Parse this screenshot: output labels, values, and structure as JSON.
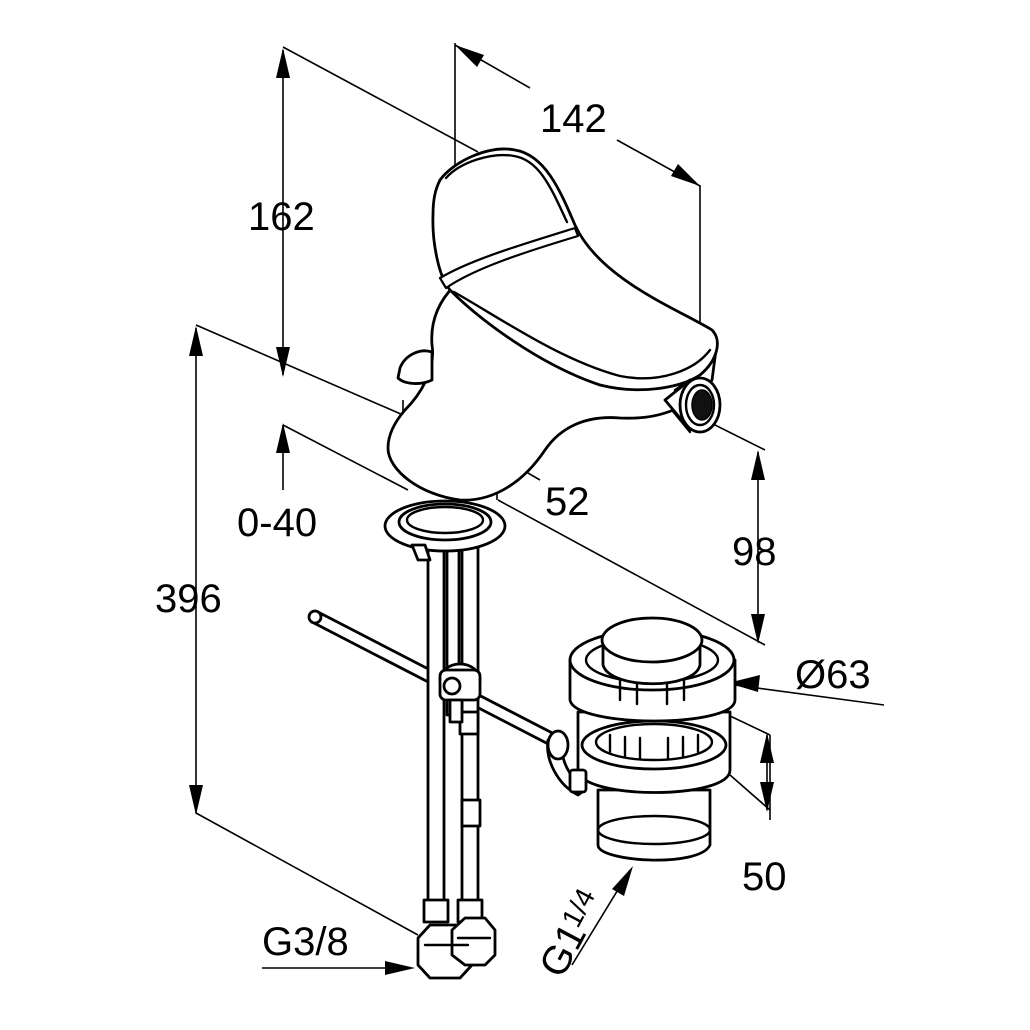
{
  "diagram": {
    "dimensions": {
      "height_total": "396",
      "height_spout": "162",
      "width_spout": "142",
      "depth_base": "52",
      "deck_thickness": "0-40",
      "outlet_height": "98",
      "drain_diameter": "Ø63",
      "drain_height": "50",
      "supply_thread": "G3/8",
      "waste_thread_base": "G1",
      "waste_thread_fraction": "1/4"
    }
  }
}
